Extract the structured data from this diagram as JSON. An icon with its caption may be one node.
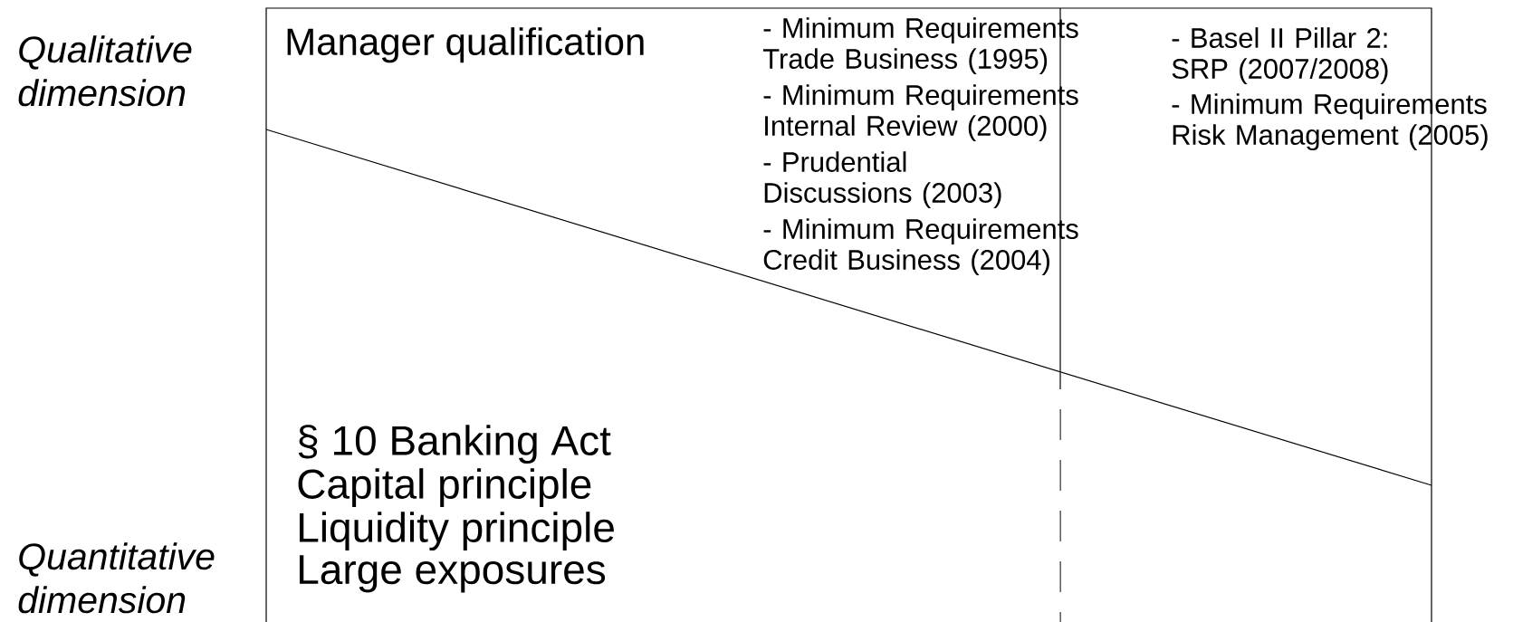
{
  "diagram": {
    "labels": [
      "Qualitative dimension",
      "Manager qualification",
      "- Minimum Requirements Trade Business (1995)",
      "- Minimum Requirements Internal Review (2000)",
      "- Prudential Discussions (2003)",
      "- Minimum Requirements Credit Business (2004)",
      "- Basel II Pillar 2: SRP (2007/2008)",
      "- Minimum Requirements Risk Management (2005)",
      "§ 10 Banking Act",
      "Capital principle",
      "Liquidity principle",
      "Large exposures",
      "Quantitative dimension"
    ]
  }
}
